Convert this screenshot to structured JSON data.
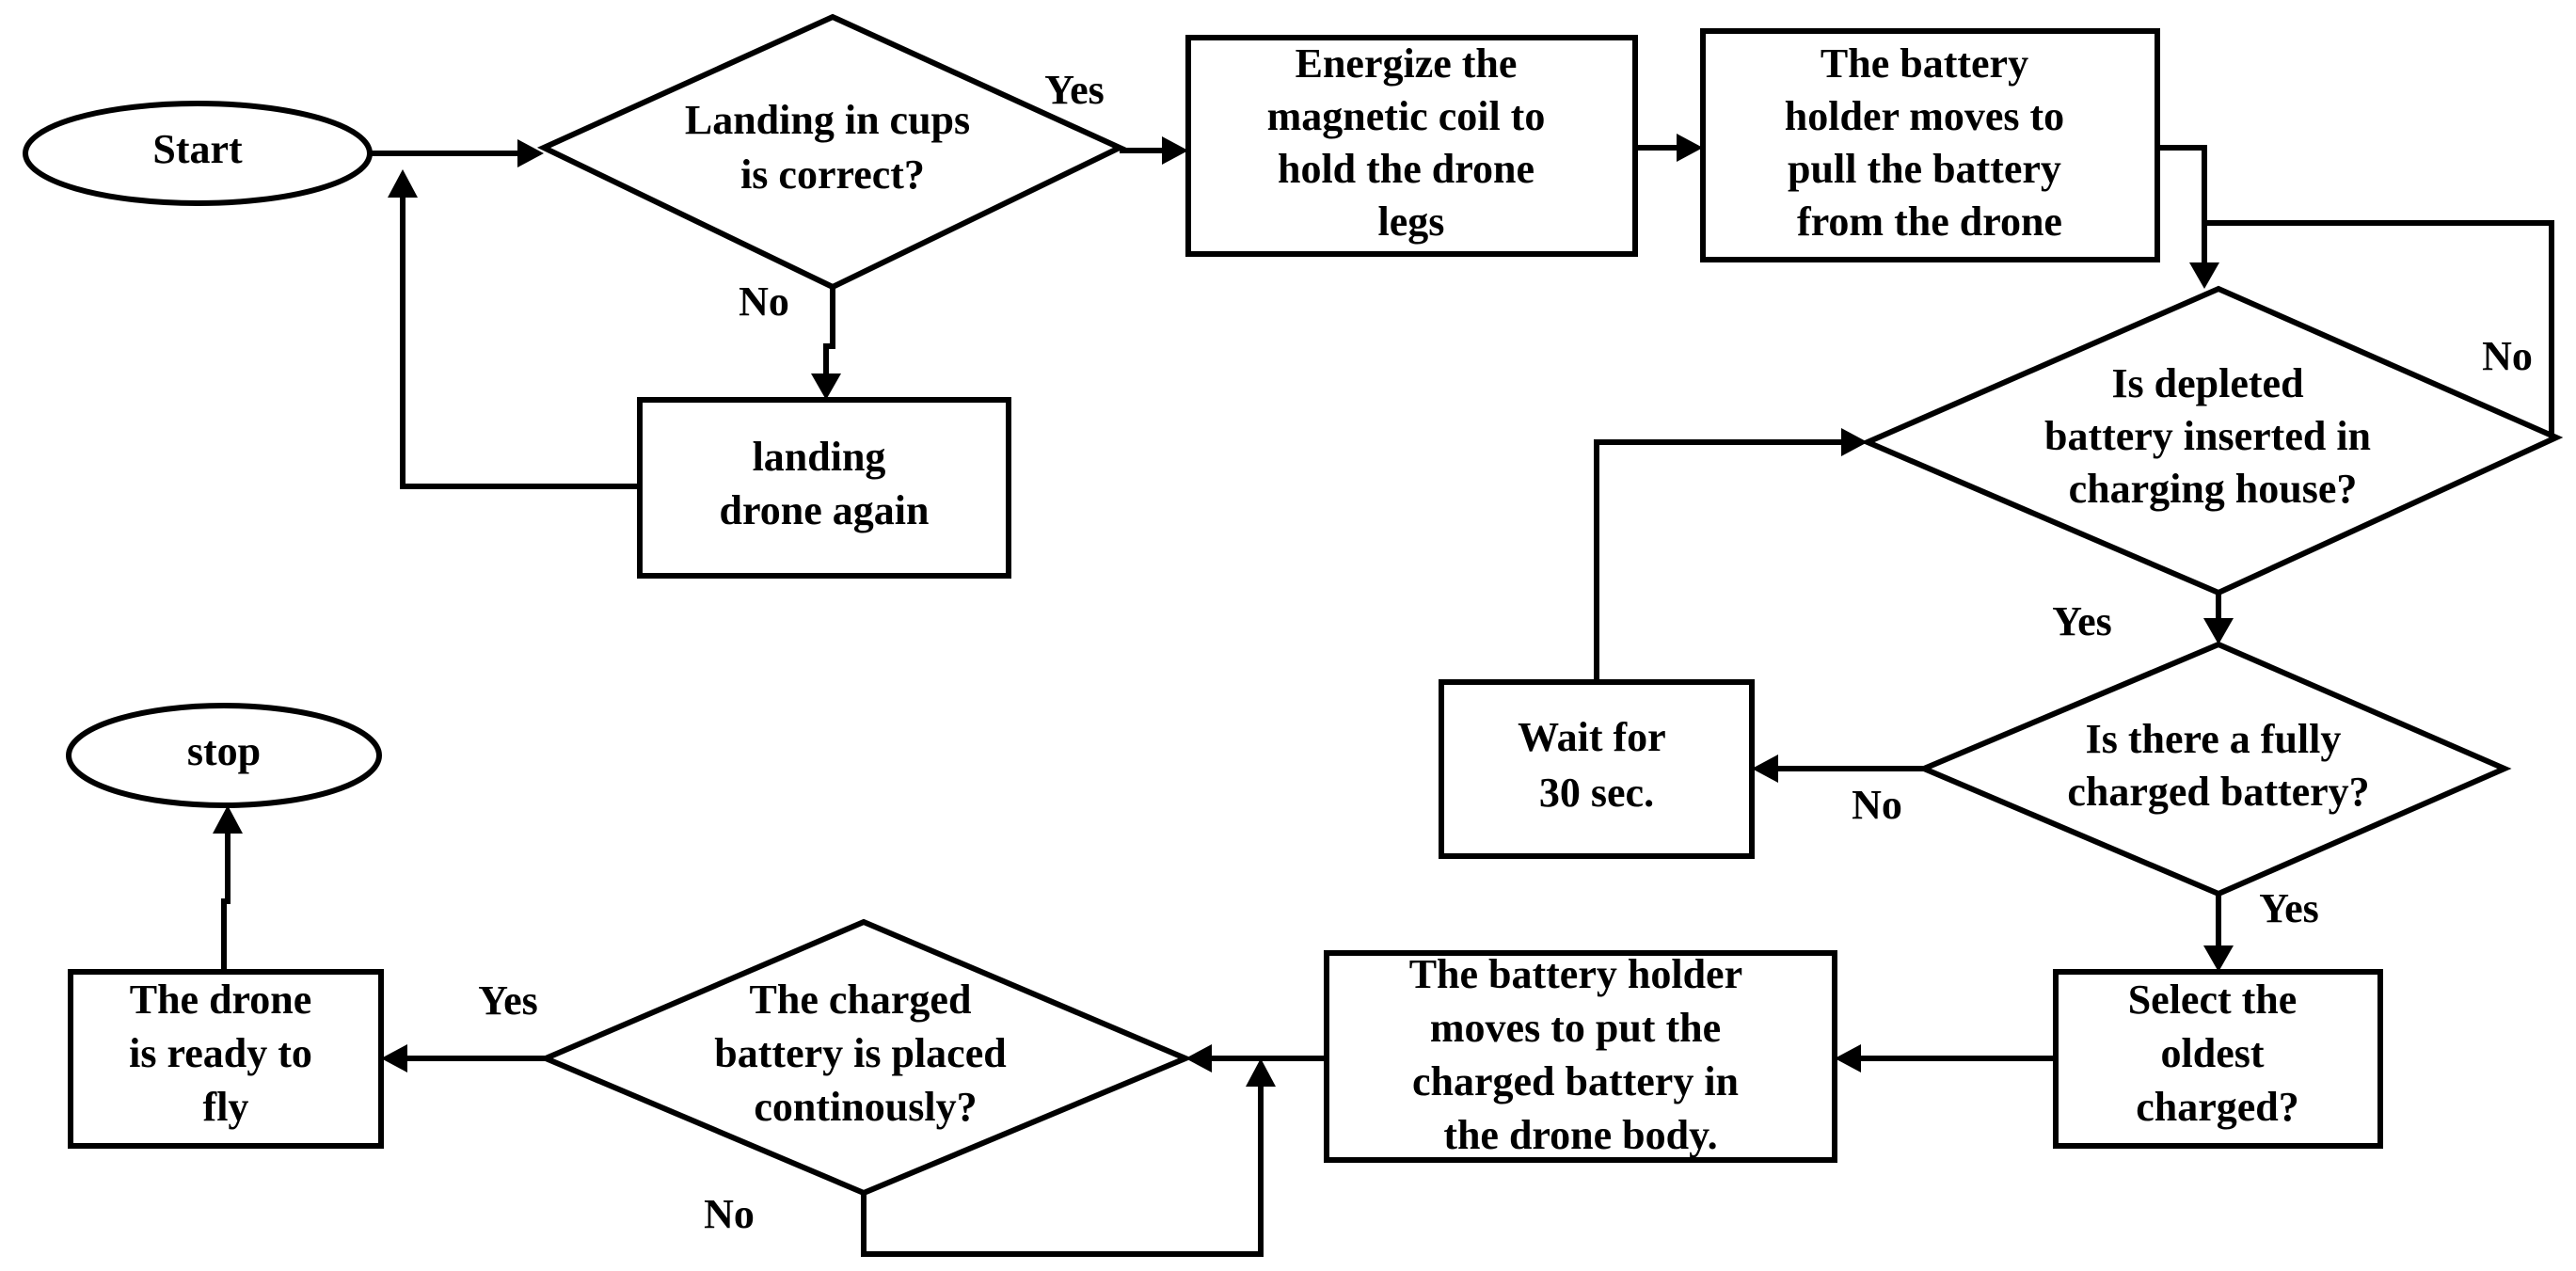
{
  "nodes": {
    "start": {
      "lines": [
        "Start"
      ]
    },
    "check_landing": {
      "lines": [
        "Landing in cups",
        "is correct?"
      ]
    },
    "landing_again": {
      "lines": [
        "landing",
        "drone again"
      ]
    },
    "energize": {
      "lines": [
        "Energize the",
        "magnetic coil to",
        "hold the drone",
        "legs"
      ]
    },
    "pull_battery": {
      "lines": [
        "The battery",
        "holder moves to",
        "pull the battery",
        "from the drone"
      ]
    },
    "check_depleted": {
      "lines": [
        "Is depleted",
        "battery inserted in",
        "charging house?"
      ]
    },
    "check_charged": {
      "lines": [
        "Is there a fully",
        "charged battery?"
      ]
    },
    "wait": {
      "lines": [
        "Wait for",
        "30 sec."
      ]
    },
    "select_oldest": {
      "lines": [
        "Select the",
        "oldest",
        "charged?"
      ]
    },
    "put_battery": {
      "lines": [
        "The battery holder",
        "moves to put the",
        "charged battery in",
        "the drone body."
      ]
    },
    "check_placed": {
      "lines": [
        "The charged",
        "battery is placed",
        "continously?"
      ]
    },
    "ready": {
      "lines": [
        "The drone",
        "is ready to",
        "fly"
      ]
    },
    "stop": {
      "lines": [
        "stop"
      ]
    }
  },
  "edge_labels": {
    "landing_yes": "Yes",
    "landing_no": "No",
    "depleted_no": "No",
    "depleted_yes": "Yes",
    "charged_no": "No",
    "charged_yes": "Yes",
    "placed_yes": "Yes",
    "placed_no": "No"
  }
}
